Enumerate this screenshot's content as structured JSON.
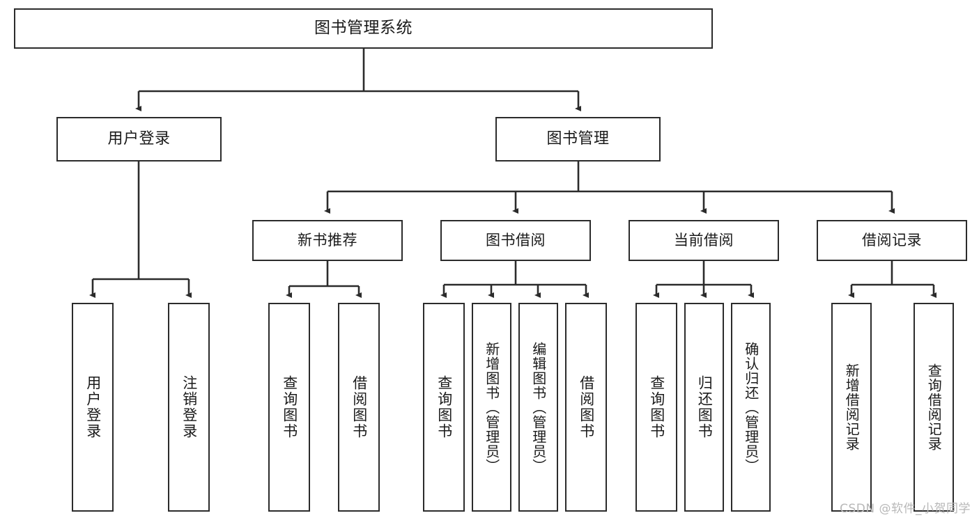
{
  "diagram": {
    "title": "图书管理系统",
    "watermark": "CSDN @软件_小贺同学",
    "colors": {
      "box_border": "#2b2b2b",
      "box_fill": "#ffffff",
      "connector": "#2b2b2b",
      "text": "#1a1a1a",
      "watermark": "#b8b8b8"
    },
    "nodes": {
      "root": {
        "label": "图书管理系统"
      },
      "level2": [
        {
          "label": "用户登录"
        },
        {
          "label": "图书管理"
        }
      ],
      "level3": [
        {
          "label": "新书推荐"
        },
        {
          "label": "图书借阅"
        },
        {
          "label": "当前借阅"
        },
        {
          "label": "借阅记录"
        }
      ],
      "leaves": {
        "user_login": [
          {
            "label": "用户登录"
          },
          {
            "label": "注销登录"
          }
        ],
        "new_book_recommend": [
          {
            "label": "查询图书"
          },
          {
            "label": "借阅图书"
          }
        ],
        "book_borrow": [
          {
            "label": "查询图书"
          },
          {
            "label": "新增图书（管理员）"
          },
          {
            "label": "编辑图书（管理员）"
          },
          {
            "label": "借阅图书"
          }
        ],
        "current_borrow": [
          {
            "label": "查询图书"
          },
          {
            "label": "归还图书"
          },
          {
            "label": "确认归还（管理员）"
          }
        ],
        "borrow_records": [
          {
            "label": "新增借阅记录"
          },
          {
            "label": "查询借阅记录"
          }
        ]
      }
    }
  }
}
